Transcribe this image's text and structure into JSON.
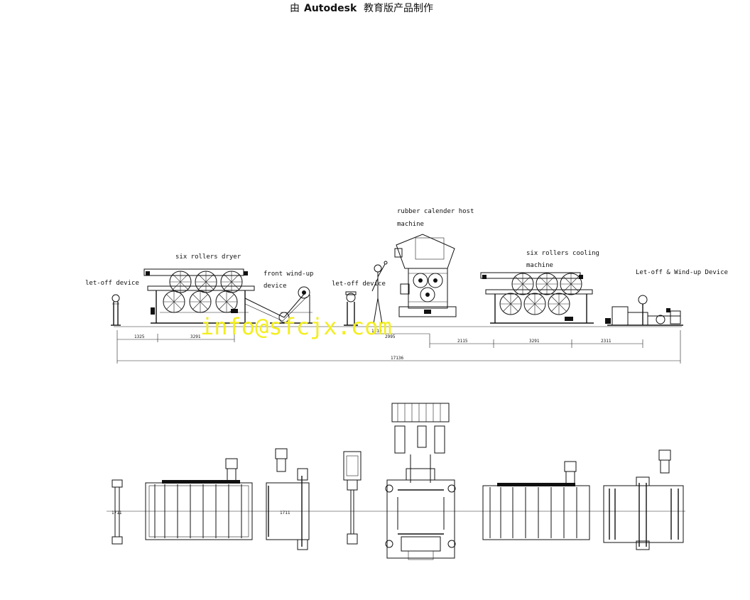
{
  "header": {
    "prefix": "由",
    "brand": "Autodesk",
    "suffix": "教育版产品制作"
  },
  "labels": {
    "let_off_left": "let-off device",
    "dryer": "six rollers dryer",
    "front_windup_1": "front wind-up",
    "front_windup_2": "device",
    "let_off_mid": "let-off device",
    "calender_1": "rubber calender host",
    "calender_2": "machine",
    "cooling_1": "six rollers cooling",
    "cooling_2": "machine",
    "letoff_windup_right": "Let-off & Wind-up Device"
  },
  "dimensions": {
    "d1": "1325",
    "d2": "3291",
    "d3": "1810",
    "d4": "2995",
    "d5": "2115",
    "d6": "3291",
    "d7": "2311",
    "total": "17136",
    "plan_w1": "1711",
    "plan_w2": "1711"
  },
  "watermark": "info@sfcjx.com",
  "colors": {
    "watermark": "#f3ee20",
    "line": "#111111"
  }
}
